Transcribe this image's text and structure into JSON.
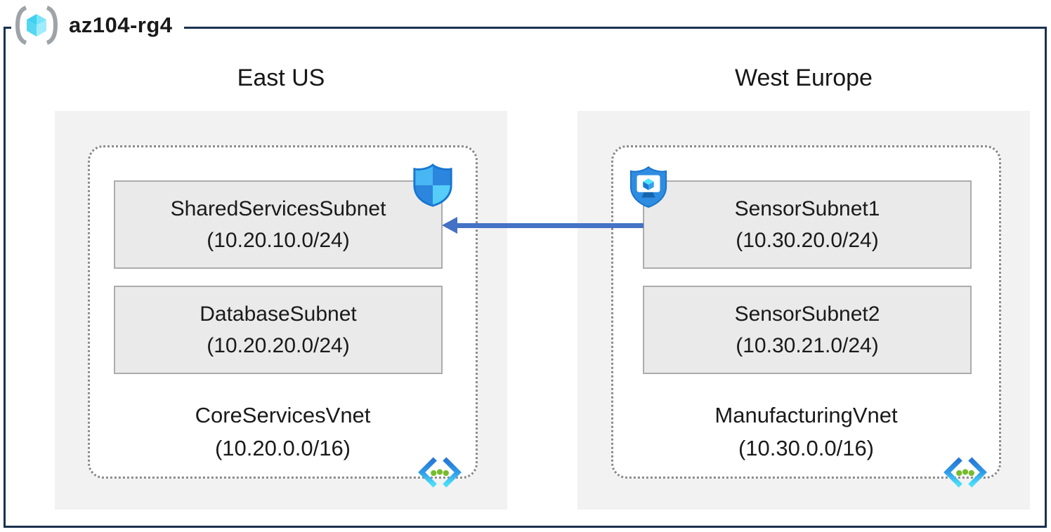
{
  "resource_group": {
    "label": "az104-rg4",
    "icon": "resource-group-icon"
  },
  "regions": [
    {
      "name": "East US",
      "vnet": {
        "name": "CoreServicesVnet",
        "cidr": "(10.20.0.0/16)",
        "icon": "virtual-network-icon",
        "subnets": [
          {
            "name": "SharedServicesSubnet",
            "cidr": "(10.20.10.0/24)",
            "badge": "nsg-shield-icon"
          },
          {
            "name": "DatabaseSubnet",
            "cidr": "(10.20.20.0/24)",
            "badge": null
          }
        ]
      }
    },
    {
      "name": "West Europe",
      "vnet": {
        "name": "ManufacturingVnet",
        "cidr": "(10.30.0.0/16)",
        "icon": "virtual-network-icon",
        "subnets": [
          {
            "name": "SensorSubnet1",
            "cidr": "(10.30.20.0/24)",
            "badge": "asg-shield-icon"
          },
          {
            "name": "SensorSubnet2",
            "cidr": "(10.30.21.0/24)",
            "badge": null
          }
        ]
      }
    }
  ],
  "connection": {
    "from": "SensorSubnet1",
    "to": "SharedServicesSubnet",
    "direction": "right-to-left",
    "color": "#4472c4"
  },
  "colors": {
    "frame_border": "#1b3150",
    "region_background": "#f2f2f2",
    "vnet_background": "#ffffff",
    "vnet_dotted_border": "#8a8a8a",
    "subnet_background": "#eaeaea",
    "subnet_border": "#acacac",
    "arrow": "#4472c4",
    "vnet_icon_dots_green": "#76bc2d",
    "shield_light_blue": "#47b6f2",
    "shield_dark_blue": "#2c86dd",
    "cube_cyan": "#4fd4f2"
  }
}
